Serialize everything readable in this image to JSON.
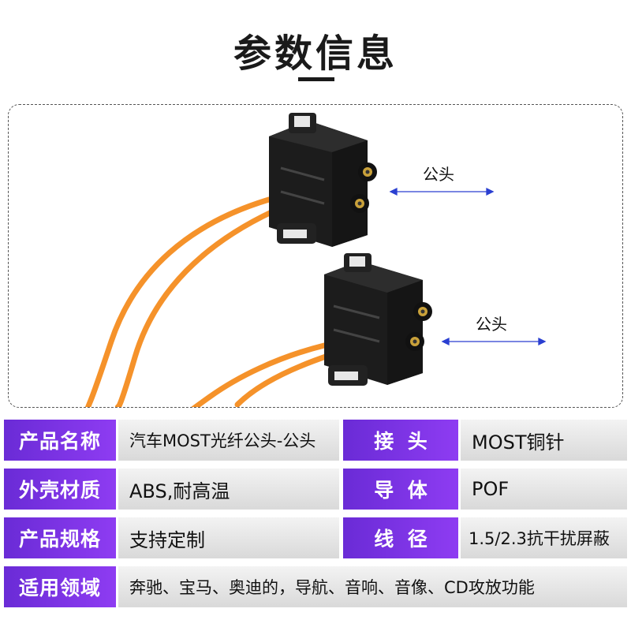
{
  "header": {
    "title": "参数信息"
  },
  "photo": {
    "upper_label": "公头",
    "lower_label": "公头",
    "cable_color": "#f5922a",
    "connector_color": "#1c1c1c",
    "pin_color": "#c9a13a"
  },
  "specs": [
    {
      "left_key": "产品名称",
      "left_value": "汽车MOST光纤公头-公头",
      "right_key": "接  头",
      "right_value": "MOST铜针"
    },
    {
      "left_key": "外壳材质",
      "left_value": "ABS,耐高温",
      "right_key": "导  体",
      "right_value": "POF"
    },
    {
      "left_key": "产品规格",
      "left_value": "支持定制",
      "right_key": "线  径",
      "right_value": "1.5/2.3抗干扰屏蔽"
    },
    {
      "full_key": "适用领域",
      "full_value": "奔驰、宝马、奥迪的，导航、音响、音像、CD攻放功能"
    }
  ],
  "colors": {
    "key_bg": "#7a33e6",
    "value_bg": "#e6e6e6",
    "arrow": "#2a3fd1"
  }
}
